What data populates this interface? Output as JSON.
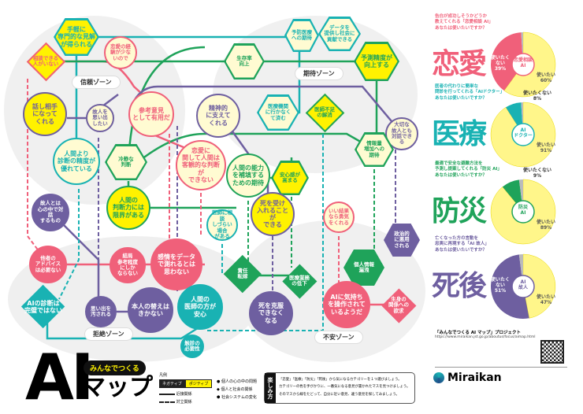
{
  "colors": {
    "pink": "#f0607a",
    "teal": "#19b2b3",
    "green": "#1fa35a",
    "purple": "#6e5fa0",
    "yellow": "#fff200",
    "cream": "#fffbd2"
  },
  "zones": {
    "trust": "信頼ゾーン",
    "expect": "期待ゾーン",
    "reject": "拒絶ゾーン",
    "anxiety": "不安ゾーン"
  },
  "nodes": [
    {
      "id": "n1",
      "label": "手軽に\n専門的な見解\nが得られる",
      "shape": "hex",
      "color": "#19b2b3",
      "fill": "#fff200"
    },
    {
      "id": "n2",
      "label": "相談できる\n人がいない",
      "shape": "diamond",
      "color": "#f0607a",
      "fill": "#fff200"
    },
    {
      "id": "n3",
      "label": "恋愛の経\n験が少な\nいので",
      "shape": "circle",
      "color": "#f0607a",
      "fill": "#fffbd2"
    },
    {
      "id": "n5",
      "label": "話し相手\nになって\nくれる",
      "shape": "circle",
      "color": "#6e5fa0",
      "fill": "#fff200"
    },
    {
      "id": "n6",
      "label": "故人を\n思い出\nしたい",
      "shape": "circle",
      "color": "#6e5fa0",
      "fill": "#fffbd2"
    },
    {
      "id": "n7",
      "label": "参考意見\nとして有用だ",
      "shape": "circle",
      "color": "#f0607a",
      "fill": "#fffbd2"
    },
    {
      "id": "n8",
      "label": "精神的\nに支えて\nくれる",
      "shape": "circle",
      "color": "#6e5fa0",
      "fill": "#fffbd2"
    },
    {
      "id": "n9",
      "label": "医療機関\nに行かなく\nて済む",
      "shape": "hex",
      "color": "#19b2b3",
      "fill": "#fffbd2"
    },
    {
      "id": "n10",
      "label": "医師不足\nの解消",
      "shape": "diamond",
      "color": "#1fa35a",
      "fill": "#fff200"
    },
    {
      "id": "n11",
      "label": "大切な\n故人とも\n対話できる",
      "shape": "circle",
      "color": "#6e5fa0",
      "fill": "#fffbd2"
    },
    {
      "id": "n12",
      "label": "情報量\n増加への\n期待",
      "shape": "hex",
      "color": "#1fa35a",
      "fill": "#fffbd2"
    },
    {
      "id": "n13",
      "label": "予測精度が\n向上する",
      "shape": "hex",
      "color": "#1fa35a",
      "fill": "#fff200"
    },
    {
      "id": "n14",
      "label": "データを\n提供し社会に\n貢献できる",
      "shape": "hex",
      "color": "#19b2b3",
      "fill": "#fffbd2"
    },
    {
      "id": "n15",
      "label": "予防医療\nへの期待",
      "shape": "hex",
      "color": "#19b2b3",
      "fill": "#fffbd2"
    },
    {
      "id": "n16",
      "label": "生存率\n向上",
      "shape": "hex",
      "color": "#1fa35a",
      "fill": "#fffbd2"
    },
    {
      "id": "n18",
      "label": "人間より\n診断の精度が\n優れている",
      "shape": "circle",
      "color": "#19b2b3",
      "fill": "#fffbd2"
    },
    {
      "id": "n19",
      "label": "冷静な\n判断",
      "shape": "hex",
      "color": "#1fa35a",
      "fill": "#fffbd2"
    },
    {
      "id": "n20",
      "label": "恋愛に\n関して人間は\n客観的な判断が\nできない",
      "shape": "circle",
      "color": "#f0607a",
      "fill": "#fffbd2"
    },
    {
      "id": "n21",
      "label": "人間の能力\nを補填する\nための期待",
      "shape": "circle",
      "color": "#1fa35a",
      "fill": "#fffbd2"
    },
    {
      "id": "n22",
      "label": "安心感が\n高まる",
      "shape": "hex",
      "color": "#1fa35a",
      "fill": "#fff200"
    },
    {
      "id": "n23",
      "label": "人間の\n判断力には\n限界がある",
      "shape": "circle",
      "color": "#1fa35a",
      "fill": "#fff200"
    },
    {
      "id": "n24",
      "label": "死を受け\n入れることが\nできる",
      "shape": "circle",
      "color": "#6e5fa0",
      "fill": "#fff200"
    },
    {
      "id": "n25",
      "label": "医師に相談\nしづらい場合\nがある",
      "shape": "circle",
      "color": "#19b2b3",
      "fill": "#fffbd2"
    },
    {
      "id": "n26",
      "label": "いい結果\nなら勇気\nをくれる",
      "shape": "circle",
      "color": "#f0607a",
      "fill": "#fffbd2"
    },
    {
      "id": "n27",
      "label": "故人とは\n心の中で対話\nするもの",
      "shape": "circle",
      "color": "#6e5fa0",
      "fill": "#6e5fa0"
    },
    {
      "id": "n28",
      "label": "他者の\nアドバイス\nは必要ない",
      "shape": "circle",
      "color": "#f0607a",
      "fill": "#f0607a"
    },
    {
      "id": "n29",
      "label": "結局\n参考程度\nにしか\nならない",
      "shape": "circle",
      "color": "#f0607a",
      "fill": "#f0607a"
    },
    {
      "id": "n30",
      "label": "感情をデータ\nで測れるとは\n思わない",
      "shape": "circle",
      "color": "#f0607a",
      "fill": "#f0607a"
    },
    {
      "id": "n31",
      "label": "AIの診断は\n完璧ではない",
      "shape": "diamond",
      "color": "#19b2b3",
      "fill": "#19b2b3"
    },
    {
      "id": "n32",
      "label": "思い出を\n汚される",
      "shape": "circle",
      "color": "#6e5fa0",
      "fill": "#6e5fa0"
    },
    {
      "id": "n33",
      "label": "本人の替えは\nきかない",
      "shape": "circle",
      "color": "#6e5fa0",
      "fill": "#6e5fa0"
    },
    {
      "id": "n34",
      "label": "人間の\n医師の方が\n安心",
      "shape": "circle",
      "color": "#19b2b3",
      "fill": "#19b2b3"
    },
    {
      "id": "n35",
      "label": "触診の\n必要性",
      "shape": "circle",
      "color": "#19b2b3",
      "fill": "#19b2b3"
    },
    {
      "id": "n36",
      "label": "責任\n転嫁",
      "shape": "diamond",
      "color": "#1fa35a",
      "fill": "#1fa35a"
    },
    {
      "id": "n37",
      "label": "医療業務\nの低下",
      "shape": "diamond",
      "color": "#1fa35a",
      "fill": "#1fa35a"
    },
    {
      "id": "n38",
      "label": "死を克服\nできなく\nなる",
      "shape": "circle",
      "color": "#6e5fa0",
      "fill": "#6e5fa0"
    },
    {
      "id": "n39",
      "label": "個人情報\n漏洩",
      "shape": "hex",
      "color": "#1fa35a",
      "fill": "#1fa35a"
    },
    {
      "id": "n40",
      "label": "政治的\nに悪用\nされる",
      "shape": "hex",
      "color": "#6e5fa0",
      "fill": "#6e5fa0"
    },
    {
      "id": "n41",
      "label": "AIに気持ち\nを操作されて\nいるようだ",
      "shape": "circle",
      "color": "#f0607a",
      "fill": "#f0607a"
    },
    {
      "id": "n42",
      "label": "生身の\n関係への\n欲求",
      "shape": "diamond",
      "color": "#f0607a",
      "fill": "#f0607a"
    }
  ],
  "title": {
    "ai": "AI",
    "pill": "みんなでつくる",
    "map": "マップ"
  },
  "legend": {
    "title": "凡例",
    "negative": "ネガティブ",
    "positive": "ポジティブ",
    "line_solid": "近接関係",
    "line_dashed": "対立関係",
    "circle": "個人の心の中の問題",
    "diamond": "個人と社会の関係",
    "hexagon": "社会システムの変化"
  },
  "howto": {
    "label": "楽しみ方",
    "steps": [
      "「恋愛」「医療」「防災」「死後」から気になるカテゴリーを１つ選びましょう。",
      "カテゴリーの色を手がかりに、一番気になる意見が書かれたマスを見つけましょう。",
      "そのマスから線をたどって、自分に近い意見、違う意見を探してみましょう。"
    ]
  },
  "surveys": [
    {
      "question": "告白が成功しそうかどうか\n教えてくれる「恋愛相談 AI」\nあなたは使いたいですか？",
      "category": "恋愛",
      "center": "恋愛相談\nAI",
      "yes_label": "使いたい",
      "yes": 60,
      "no_label": "使いたく\nない",
      "no": 39,
      "color": "#f0607a"
    },
    {
      "question": "医者の代わりに簡単な\n問診を行ってくれる「AIドクター」\nあなたは使いたいですか？",
      "category": "医療",
      "center": "AI\nドクター",
      "yes_label": "使いたい",
      "yes": 91,
      "no_label": "使いたくない",
      "no": 8,
      "color": "#19b2b3"
    },
    {
      "question": "最適で安全な避難方法を\n予測し提案してくれる「防災 AI」\nあなたは使いたいですか？",
      "category": "防災",
      "center": "防災\nAI",
      "yes_label": "使いたい",
      "yes": 89,
      "no_label": "使いたくない",
      "no": 9,
      "color": "#1fa35a"
    },
    {
      "question": "亡くなった方の言動を\n忠実に再現する「AI 故人」\nあなたは使いたいですか？",
      "category": "死後",
      "center": "AI\n故人",
      "yes_label": "使いたい",
      "yes": 47,
      "no_label": "使いたく\nない",
      "no": 51,
      "color": "#6e5fa0"
    }
  ],
  "project": {
    "title": "「みんなでつくる AI マップ」プロジェクト",
    "url": "https://www.miraikan.jst.go.jp/aboutus/focus/aimap.html",
    "brand": "Miraikan"
  }
}
